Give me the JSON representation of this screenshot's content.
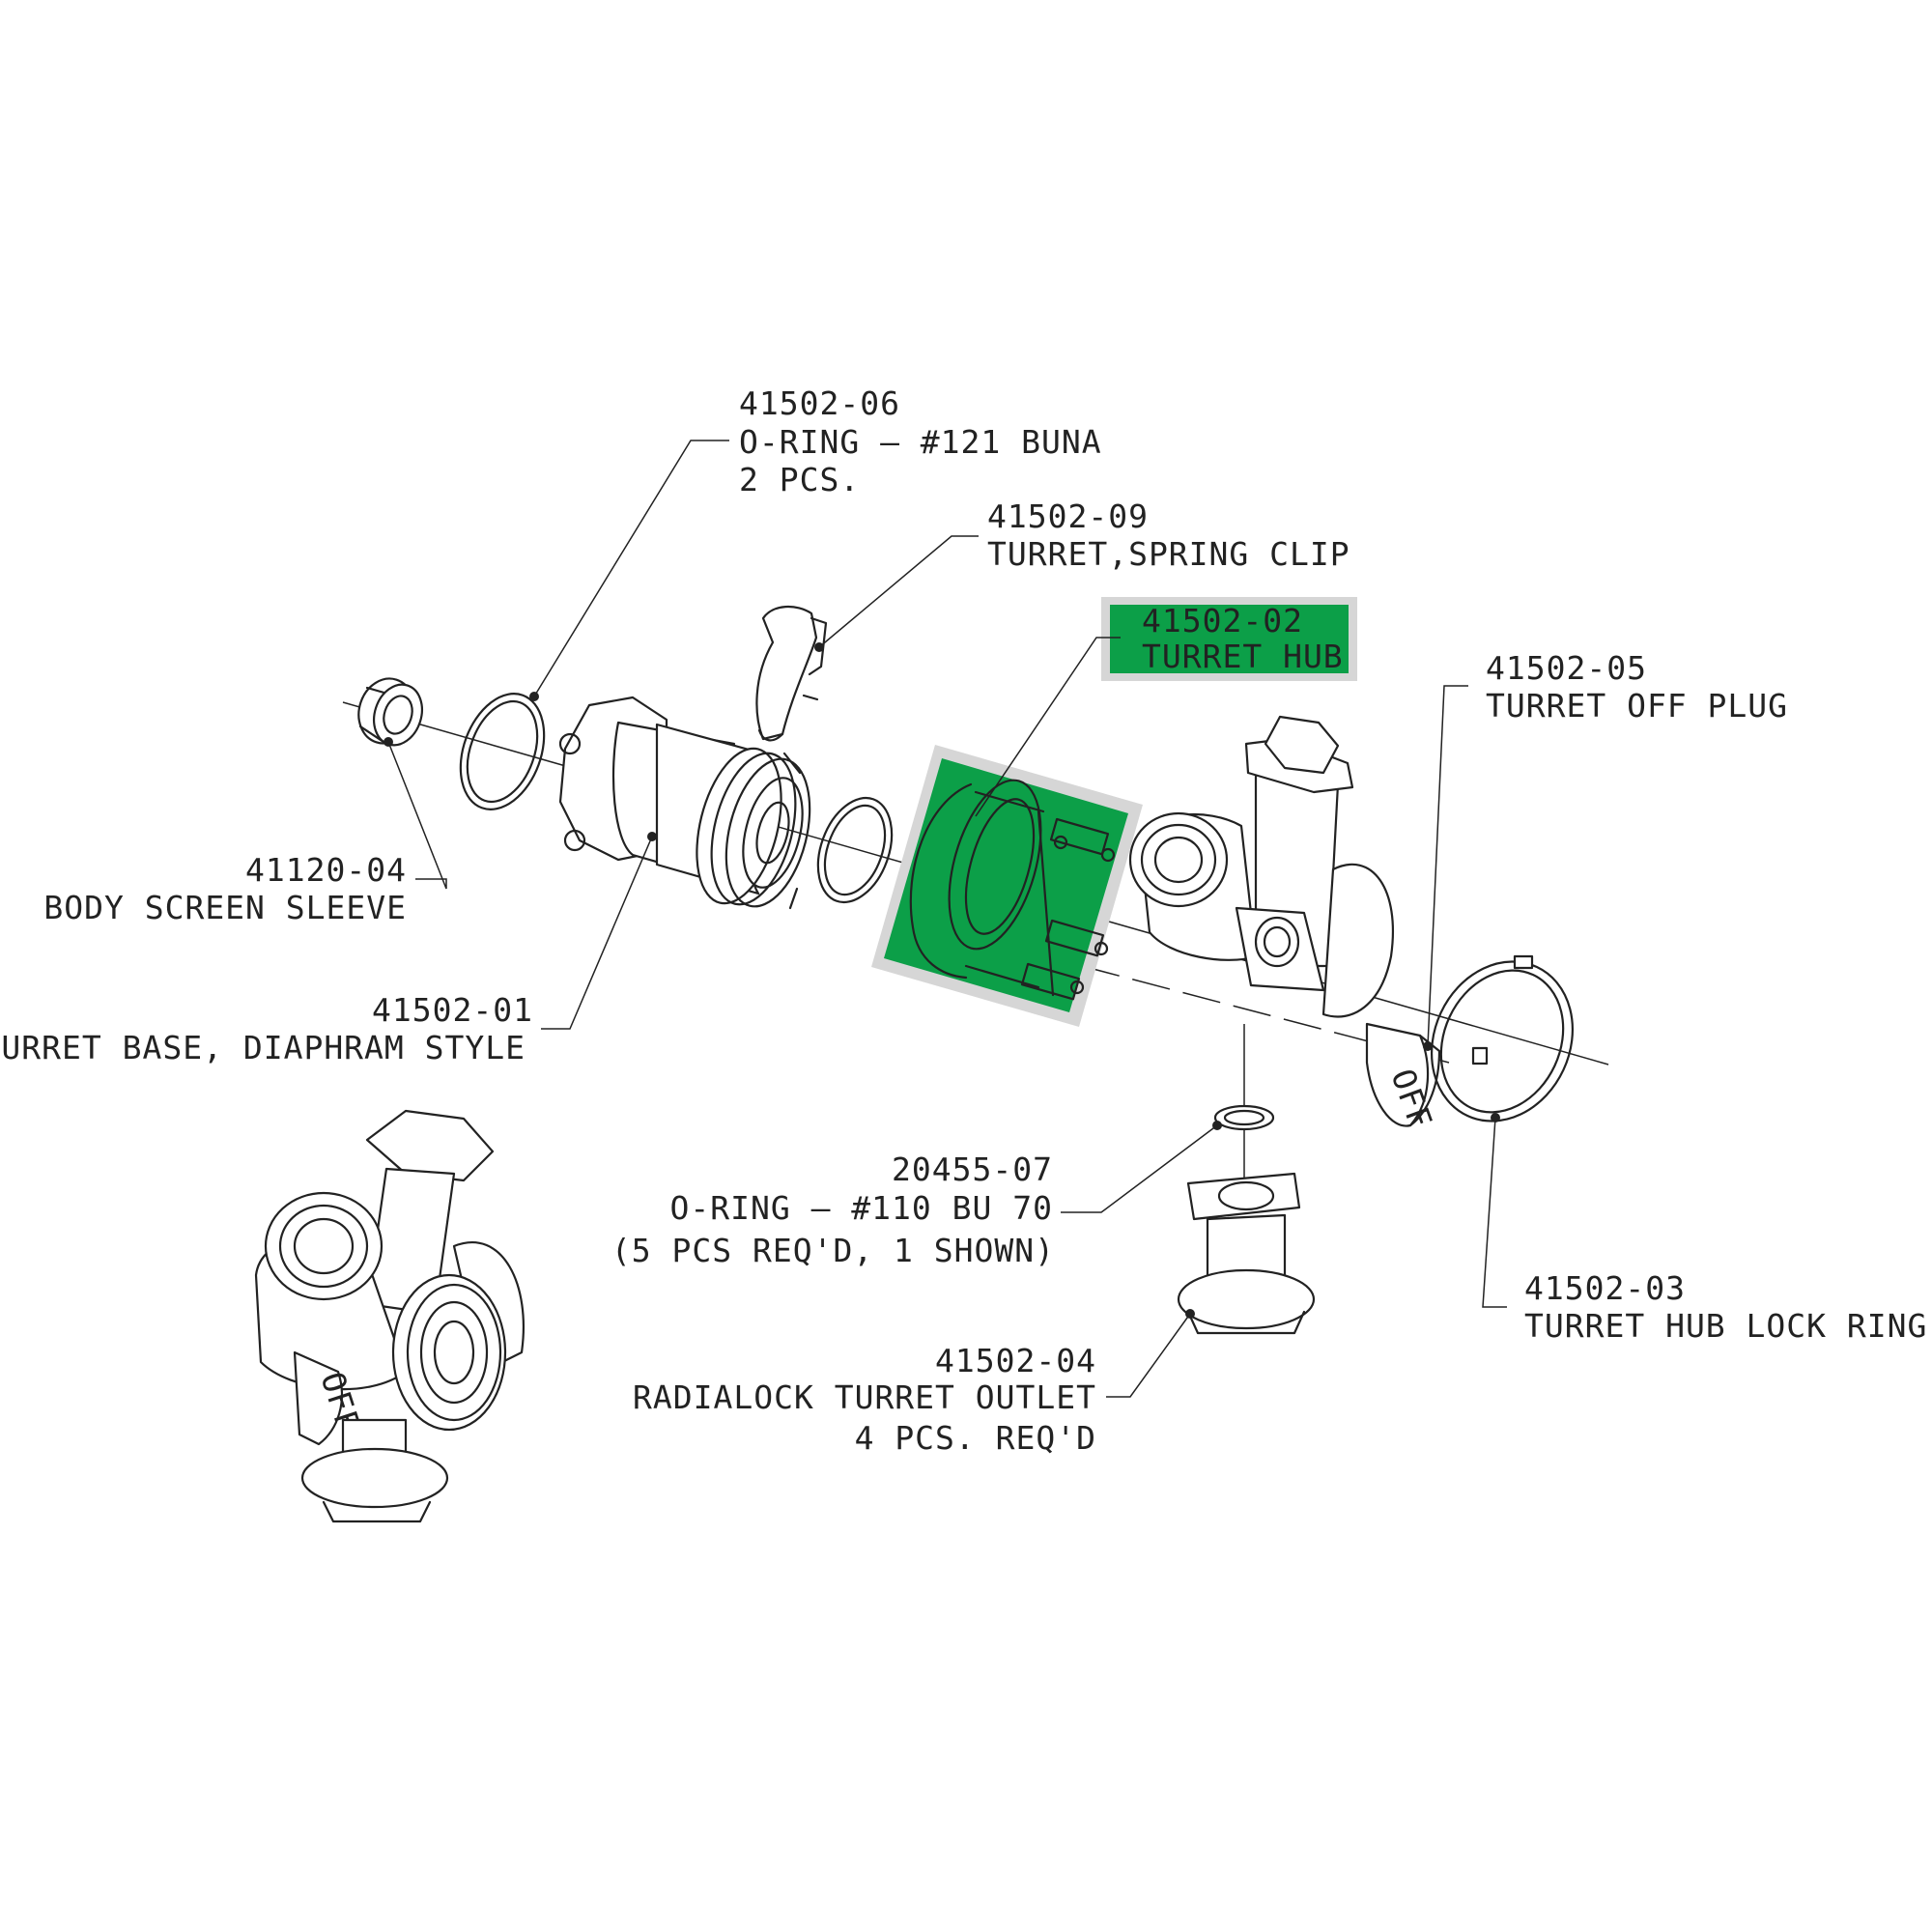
{
  "colors": {
    "highlight": "#0c9f48",
    "highlight_frame": "#d6d6d6",
    "ink": "#222222"
  },
  "callouts": {
    "oring_121": {
      "part": "41502-06",
      "desc": "O-RING – #121 BUNA",
      "qty": "2 PCS."
    },
    "spring_clip": {
      "part": "41502-09",
      "desc": "TURRET,SPRING CLIP"
    },
    "turret_hub": {
      "part": "41502-02",
      "desc": "TURRET HUB"
    },
    "off_plug": {
      "part": "41502-05",
      "desc": "TURRET OFF PLUG"
    },
    "screen_sleeve": {
      "part": "41120-04",
      "desc": "BODY SCREEN SLEEVE"
    },
    "turret_base": {
      "part": "41502-01",
      "desc": "TURRET BASE, DIAPHRAM STYLE"
    },
    "oring_110": {
      "part": "20455-07",
      "desc": "O-RING – #110 BU 70",
      "qty": "(5 PCS REQ'D, 1 SHOWN)"
    },
    "lock_ring": {
      "part": "41502-03",
      "desc": "TURRET HUB LOCK RING"
    },
    "outlet": {
      "part": "41502-04",
      "desc": "RADIALOCK TURRET OUTLET",
      "qty": "4 PCS. REQ'D"
    }
  },
  "decals": {
    "off_text": "OFF"
  }
}
